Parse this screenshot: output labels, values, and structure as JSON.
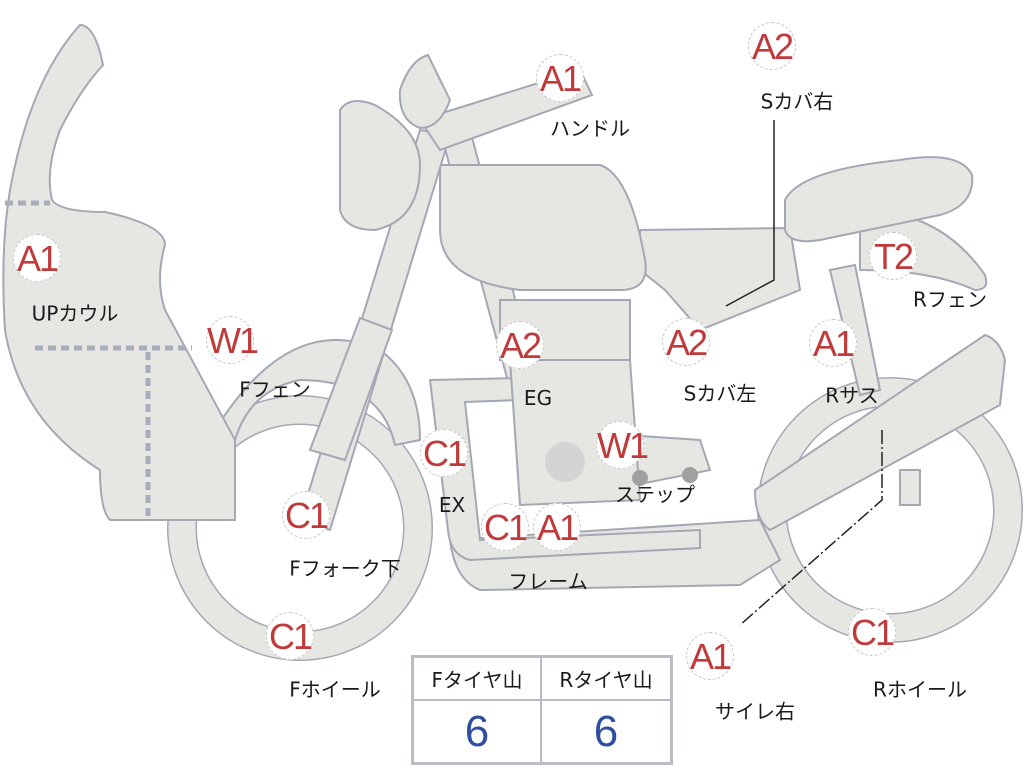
{
  "parts": [
    {
      "grade": "A1",
      "label": "UPカウル"
    },
    {
      "grade": "W1",
      "label": "Fフェン"
    },
    {
      "grade": "A1",
      "label": "ハンドル"
    },
    {
      "grade": "A2",
      "label": "Sカバ右"
    },
    {
      "grade": "T2",
      "label": "Rフェン"
    },
    {
      "grade": "A2",
      "label": "EG"
    },
    {
      "grade": "A2",
      "label": "Sカバ左"
    },
    {
      "grade": "A1",
      "label": "Rサス"
    },
    {
      "grade": "C1",
      "label": "EX"
    },
    {
      "grade": "W1",
      "label": "ステップ"
    },
    {
      "grade": "C1",
      "label": "Fフォーク下"
    },
    {
      "grade": "C1",
      "grade2": "A1",
      "label": "フレーム"
    },
    {
      "grade": "C1",
      "label": "Fホイール"
    },
    {
      "grade": "A1",
      "label": "サイレ右"
    },
    {
      "grade": "C1",
      "label": "Rホイール"
    }
  ],
  "tire_table": {
    "headers": [
      "Fタイヤ山",
      "Rタイヤ山"
    ],
    "values": [
      "6",
      "6"
    ]
  },
  "colors": {
    "grade": "#c0393b",
    "value": "#2e4fa0",
    "part_fill": "#e6e6e3",
    "outline": "#a3a8b4"
  }
}
